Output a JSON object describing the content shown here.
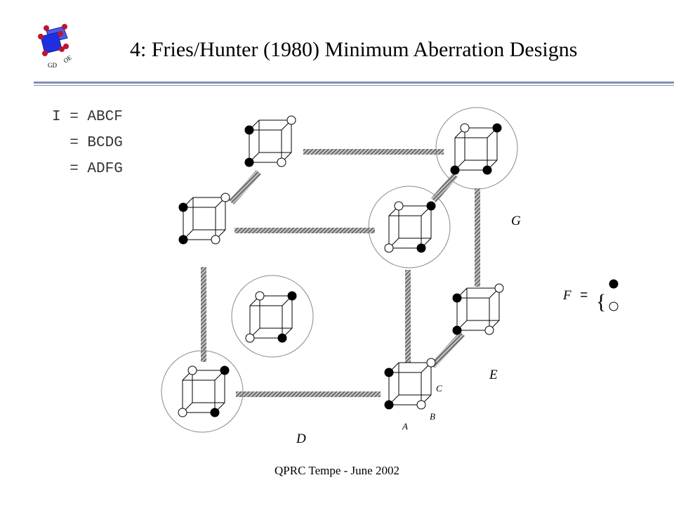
{
  "header": {
    "title": "4:  Fries/Hunter (1980) Minimum Aberration Designs",
    "logo": {
      "letters_left": "GD",
      "letters_right": "OE",
      "icon": "cube-logo-icon",
      "cube_color": "#1f2fe0",
      "vertex_color": "#c0142a"
    }
  },
  "defining_relation": {
    "lines": [
      "I = ABCF",
      "  = BCDG",
      "  = ADFG"
    ]
  },
  "diagram": {
    "factor_labels": {
      "D": "D",
      "E": "E",
      "G": "G",
      "A": "A",
      "B": "B",
      "C": "C"
    },
    "legend": {
      "prefix": "F",
      "equals": "=",
      "brace": "{"
    },
    "colors": {
      "filled": "#000000",
      "open": "#ffffff",
      "connector": "#8a8a8a",
      "circle": "#888888"
    }
  },
  "footer": {
    "text": "QPRC Tempe - June 2002"
  }
}
